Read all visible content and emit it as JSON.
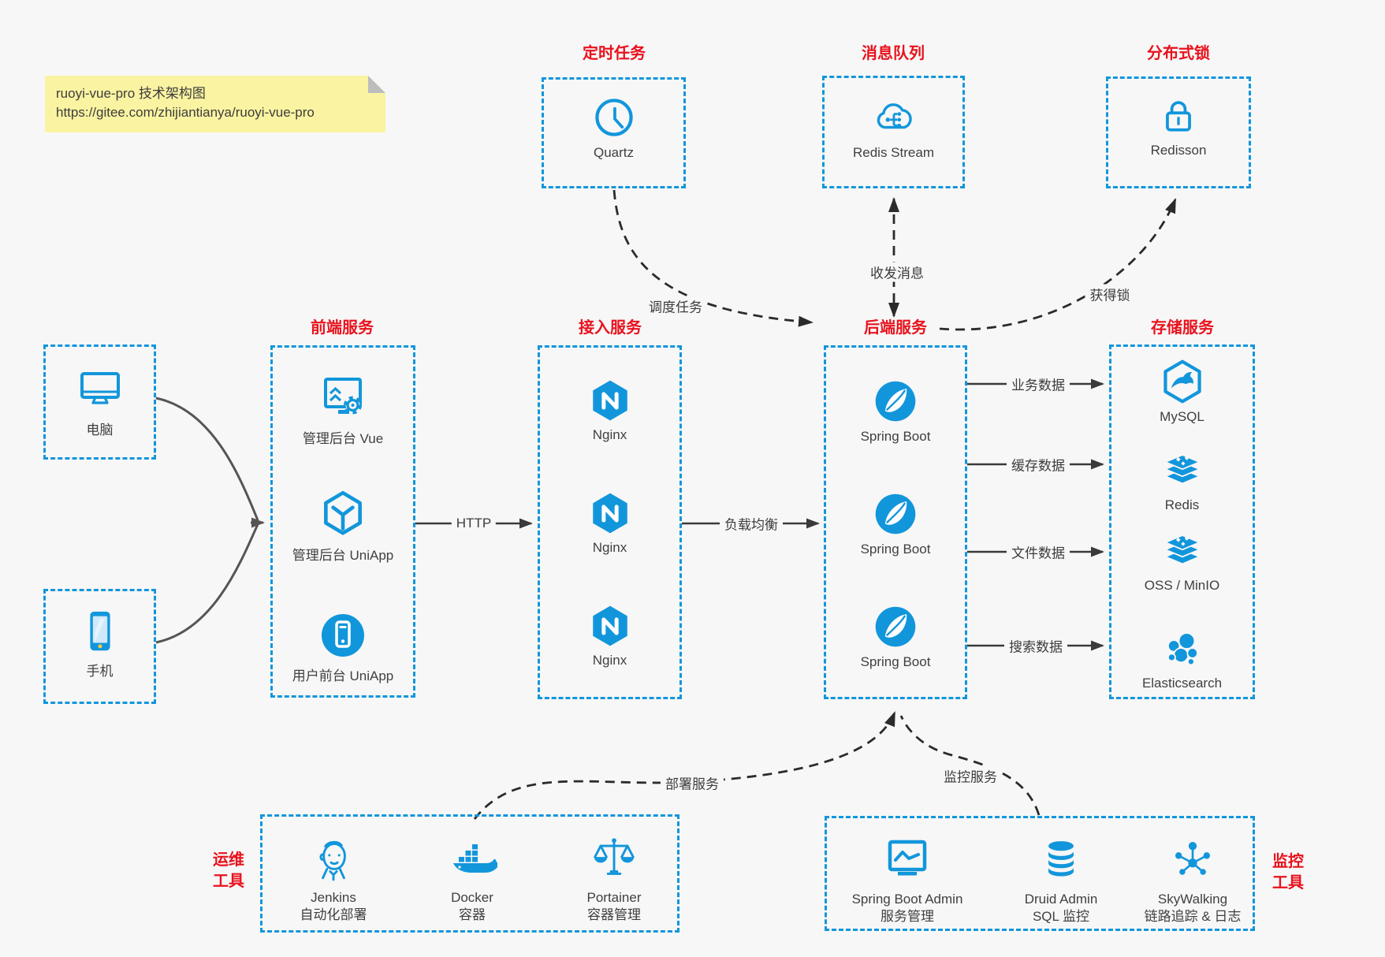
{
  "note": {
    "line1": "ruoyi-vue-pro 技术架构图",
    "line2": "https://gitee.com/zhijiantianya/ruoyi-vue-pro"
  },
  "colors": {
    "accent_blue": "#1296db",
    "heading_red": "#e8121d",
    "background": "#f7f7f7",
    "note_bg": "#faf3a1"
  },
  "top_groups": [
    {
      "title": "定时任务",
      "item": {
        "label": "Quartz",
        "icon": "clock-icon"
      }
    },
    {
      "title": "消息队列",
      "item": {
        "label": "Redis Stream",
        "icon": "cloud-stream-icon"
      }
    },
    {
      "title": "分布式锁",
      "item": {
        "label": "Redisson",
        "icon": "lock-icon"
      }
    }
  ],
  "clients": [
    {
      "label": "电脑",
      "icon": "desktop-icon"
    },
    {
      "label": "手机",
      "icon": "phone-icon"
    }
  ],
  "main_groups": [
    {
      "title": "前端服务",
      "items": [
        {
          "label": "管理后台 Vue",
          "icon": "admin-vue-icon"
        },
        {
          "label": "管理后台 UniApp",
          "icon": "uniapp-cube-icon"
        },
        {
          "label": "用户前台 UniApp",
          "icon": "user-app-icon"
        }
      ]
    },
    {
      "title": "接入服务",
      "items": [
        {
          "label": "Nginx"
        },
        {
          "label": "Nginx"
        },
        {
          "label": "Nginx"
        }
      ]
    },
    {
      "title": "后端服务",
      "items": [
        {
          "label": "Spring Boot"
        },
        {
          "label": "Spring Boot"
        },
        {
          "label": "Spring Boot"
        }
      ]
    },
    {
      "title": "存储服务",
      "items": [
        {
          "label": "MySQL"
        },
        {
          "label": "Redis"
        },
        {
          "label": "OSS / MinIO"
        },
        {
          "label": "Elasticsearch"
        }
      ]
    }
  ],
  "bottom_groups": [
    {
      "title": "运维工具",
      "title_lines": [
        "运维",
        "工具"
      ],
      "items": [
        {
          "name": "Jenkins",
          "desc": "自动化部署"
        },
        {
          "name": "Docker",
          "desc": "容器"
        },
        {
          "name": "Portainer",
          "desc": "容器管理"
        }
      ]
    },
    {
      "title": "监控工具",
      "title_lines": [
        "监控",
        "工具"
      ],
      "items": [
        {
          "name": "Spring Boot Admin",
          "desc": "服务管理"
        },
        {
          "name": "Druid Admin",
          "desc": "SQL 监控"
        },
        {
          "name": "SkyWalking",
          "desc": "链路追踪 & 日志"
        }
      ]
    }
  ],
  "edge_labels": {
    "http": "HTTP",
    "load_balance": "负载均衡",
    "business_data": "业务数据",
    "cache_data": "缓存数据",
    "file_data": "文件数据",
    "search_data": "搜索数据",
    "schedule_task": "调度任务",
    "send_receive_message": "收发消息",
    "acquire_lock": "获得锁",
    "deploy_service": "部署服务",
    "monitor_service": "监控服务"
  }
}
